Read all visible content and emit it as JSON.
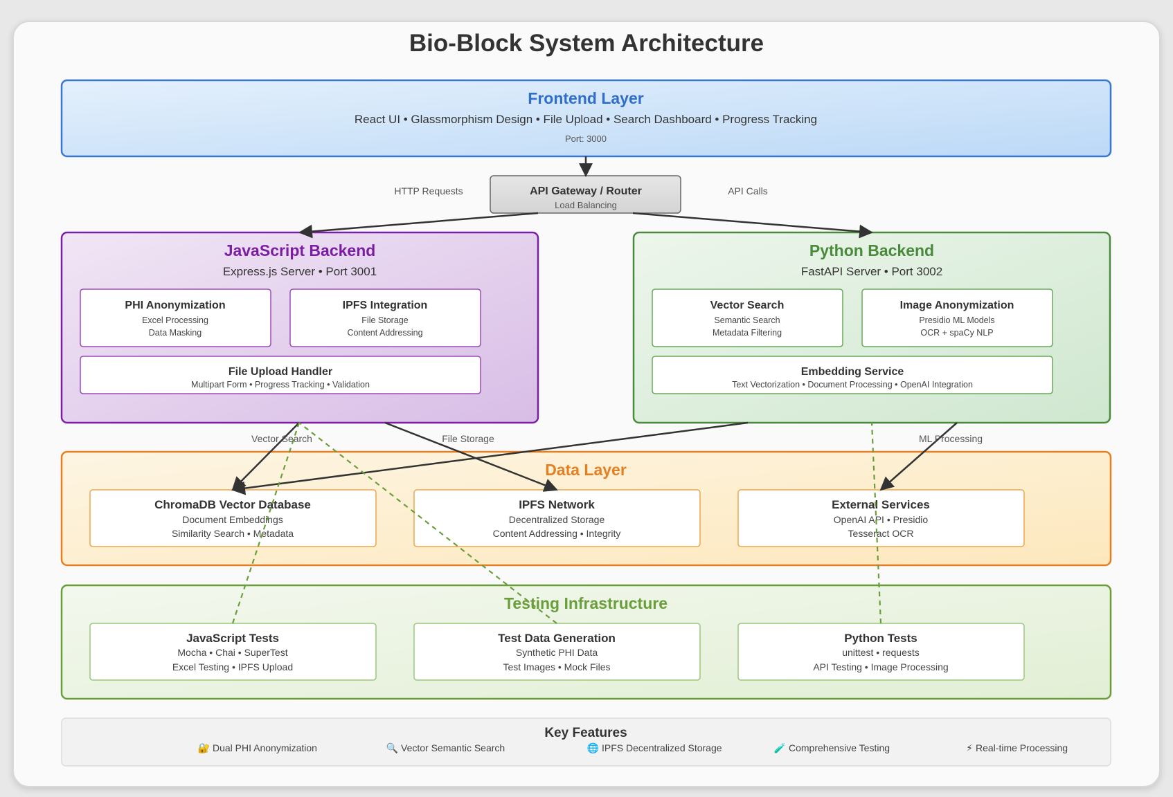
{
  "title": "Bio-Block System Architecture",
  "frontend": {
    "title": "Frontend Layer",
    "features": "React UI • Glassmorphism Design • File Upload • Search Dashboard • Progress Tracking",
    "port": "Port: 3000"
  },
  "gateway": {
    "title": "API Gateway / Router",
    "subtitle": "Load Balancing"
  },
  "edge_labels": {
    "http_requests": "HTTP Requests",
    "api_calls": "API Calls",
    "vector_search": "Vector Search",
    "file_storage": "File Storage",
    "ml_processing": "ML Processing"
  },
  "js_backend": {
    "title": "JavaScript Backend",
    "subtitle": "Express.js Server • Port 3001",
    "phi": {
      "title": "PHI Anonymization",
      "line1": "Excel Processing",
      "line2": "Data Masking"
    },
    "ipfs": {
      "title": "IPFS Integration",
      "line1": "File Storage",
      "line2": "Content Addressing"
    },
    "upload": {
      "title": "File Upload Handler",
      "line1": "Multipart Form • Progress Tracking • Validation"
    }
  },
  "py_backend": {
    "title": "Python Backend",
    "subtitle": "FastAPI Server • Port 3002",
    "vector": {
      "title": "Vector Search",
      "line1": "Semantic Search",
      "line2": "Metadata Filtering"
    },
    "image": {
      "title": "Image Anonymization",
      "line1": "Presidio ML Models",
      "line2": "OCR + spaCy NLP"
    },
    "embedding": {
      "title": "Embedding Service",
      "line1": "Text Vectorization • Document Processing • OpenAI Integration"
    }
  },
  "data_layer": {
    "title": "Data Layer",
    "chroma": {
      "title": "ChromaDB Vector Database",
      "line1": "Document Embeddings",
      "line2": "Similarity Search • Metadata"
    },
    "ipfs_net": {
      "title": "IPFS Network",
      "line1": "Decentralized Storage",
      "line2": "Content Addressing • Integrity"
    },
    "external": {
      "title": "External Services",
      "line1": "OpenAI API • Presidio",
      "line2": "Tesseract OCR"
    }
  },
  "testing": {
    "title": "Testing Infrastructure",
    "js_tests": {
      "title": "JavaScript Tests",
      "line1": "Mocha • Chai • SuperTest",
      "line2": "Excel Testing • IPFS Upload"
    },
    "test_data": {
      "title": "Test Data Generation",
      "line1": "Synthetic PHI Data",
      "line2": "Test Images • Mock Files"
    },
    "py_tests": {
      "title": "Python Tests",
      "line1": "unittest • requests",
      "line2": "API Testing • Image Processing"
    }
  },
  "key_features": {
    "title": "Key Features",
    "items": [
      {
        "icon": "🔐",
        "icon_name": "lock-key-icon",
        "label": "Dual PHI Anonymization"
      },
      {
        "icon": "🔍",
        "icon_name": "magnifier-icon",
        "label": "Vector Semantic Search"
      },
      {
        "icon": "🌐",
        "icon_name": "globe-icon",
        "label": "IPFS Decentralized Storage"
      },
      {
        "icon": "🧪",
        "icon_name": "test-tube-icon",
        "label": "Comprehensive Testing"
      },
      {
        "icon": "⚡",
        "icon_name": "lightning-icon",
        "label": "Real-time Processing"
      }
    ]
  },
  "colors": {
    "frontend": "#2f6fc9",
    "js": "#7b1fa2",
    "python": "#4a8a3c",
    "data": "#e67e22",
    "testing": "#6a9e3b",
    "dashed": "#6a9e3b"
  }
}
